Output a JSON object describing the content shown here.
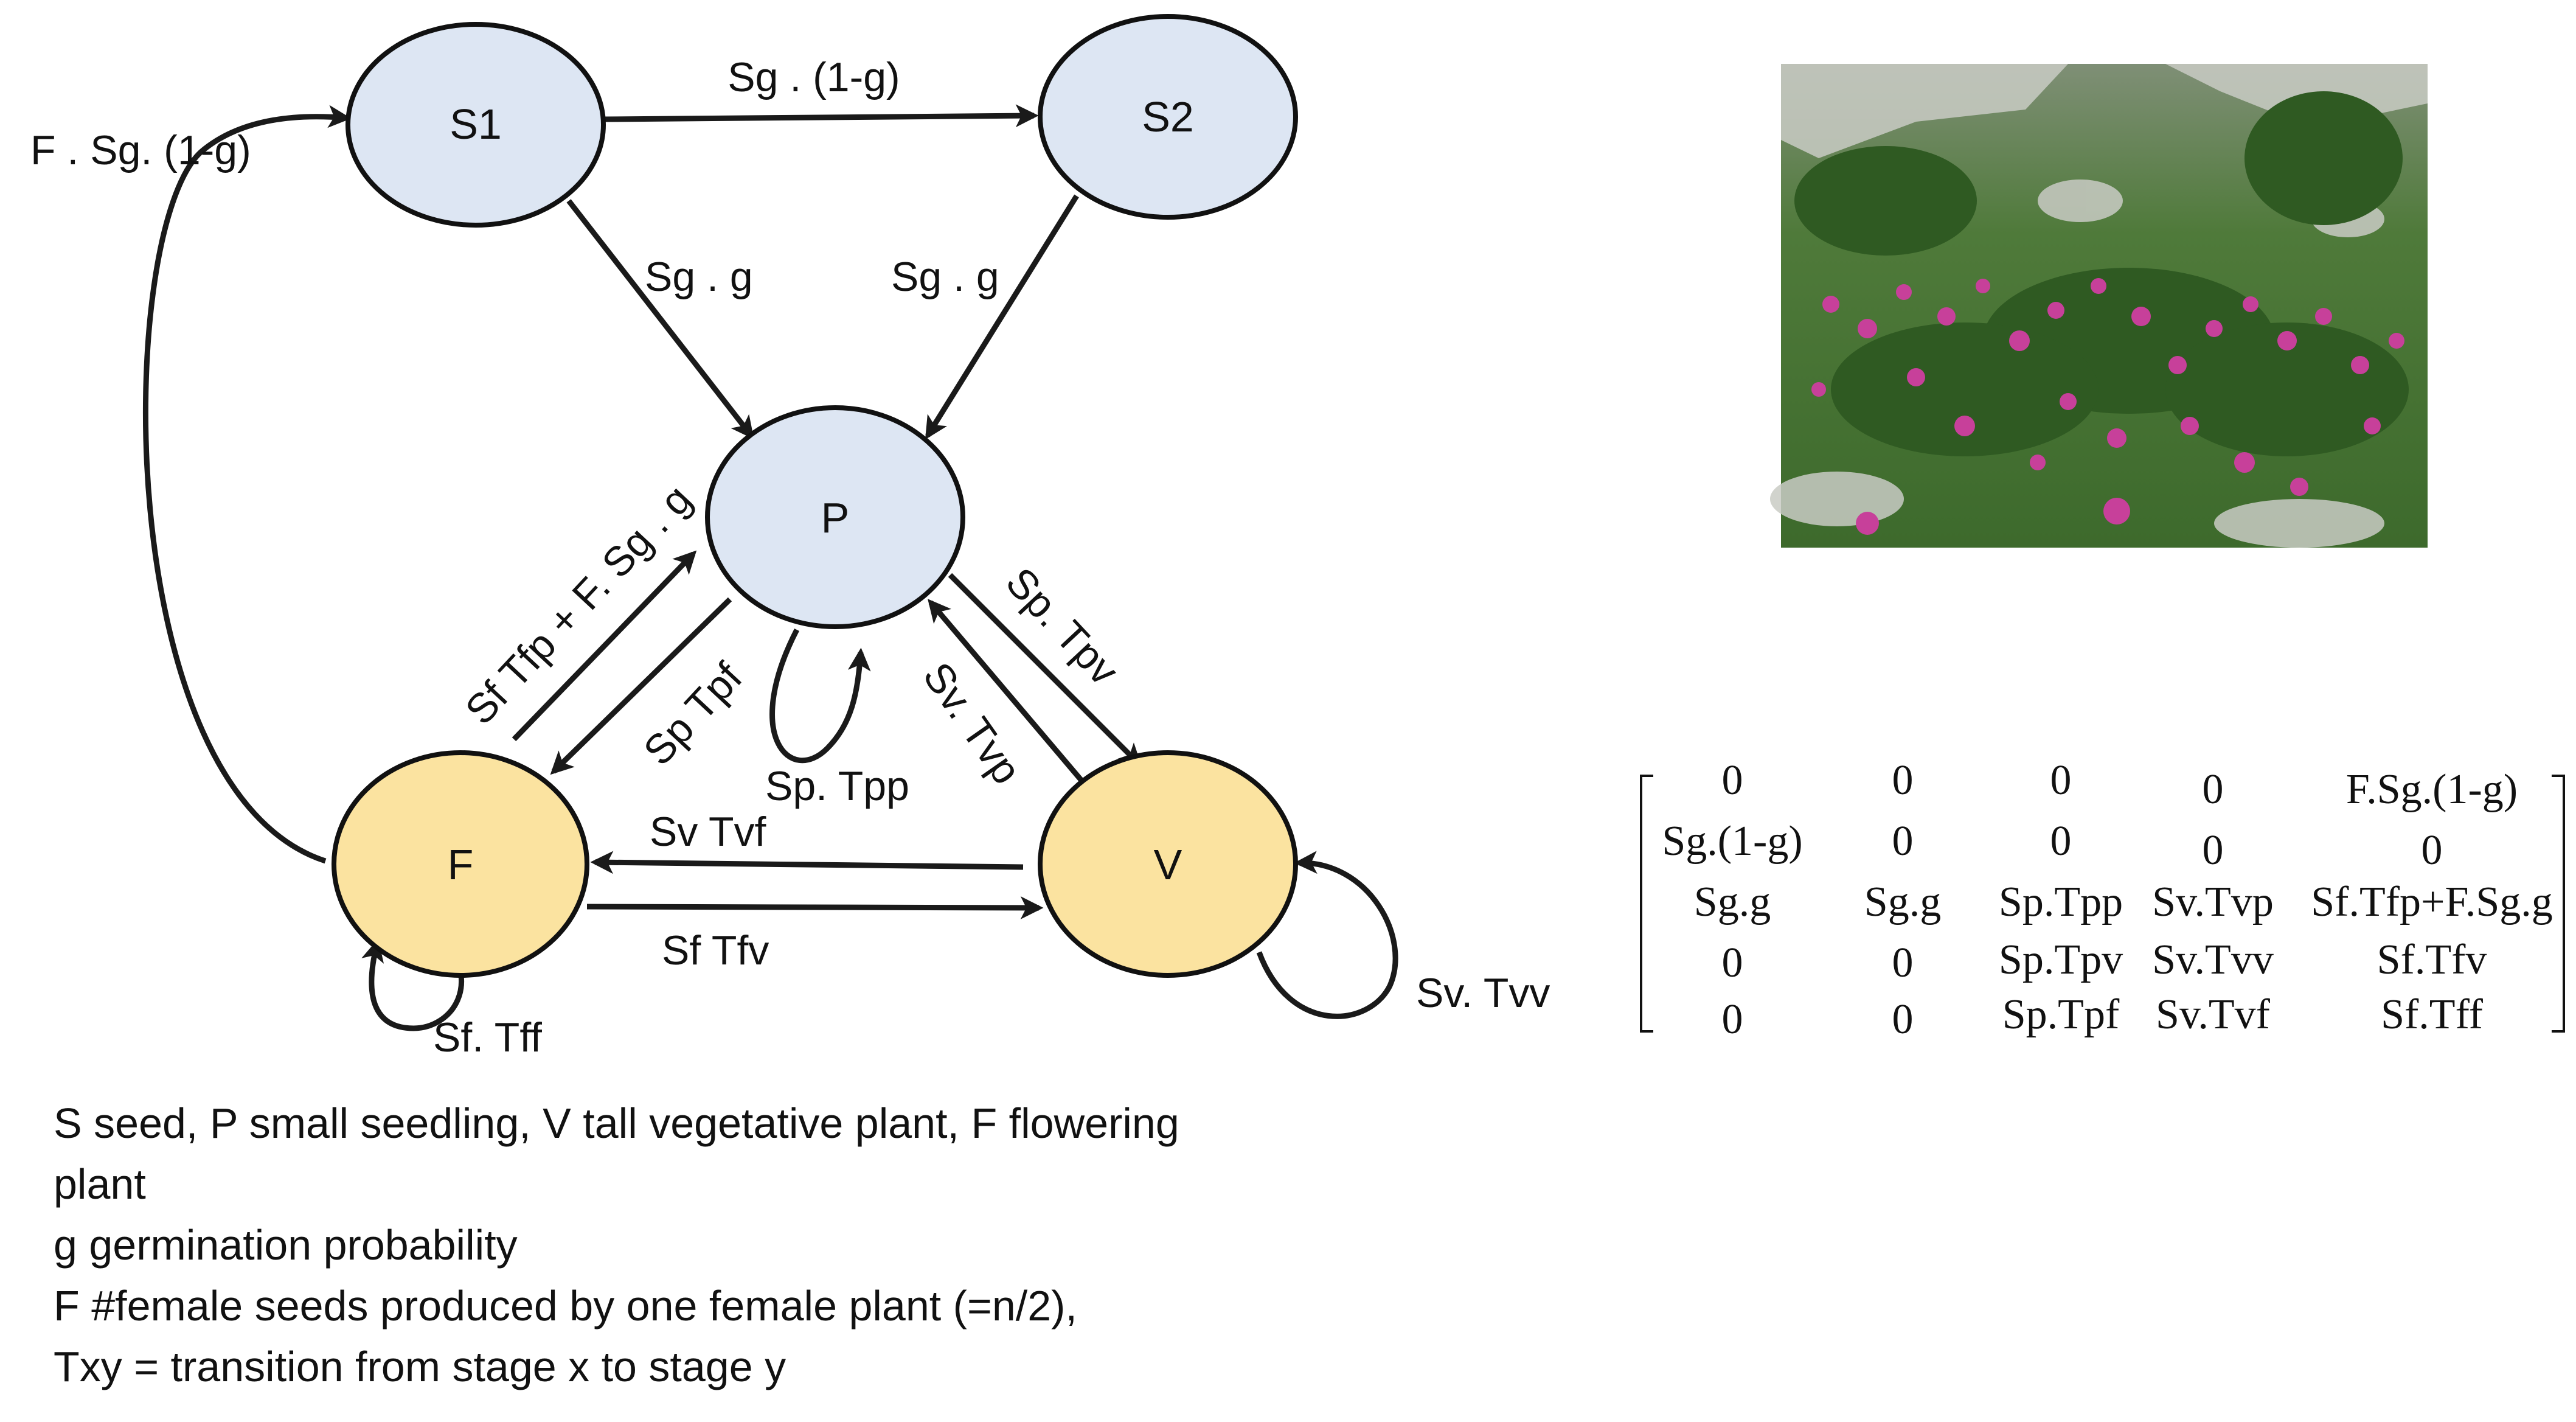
{
  "nodes": {
    "S1": {
      "label": "S1",
      "color": "#dde6f3"
    },
    "S2": {
      "label": "S2",
      "color": "#dde6f3"
    },
    "P": {
      "label": "P",
      "color": "#dde6f3"
    },
    "F": {
      "label": "F",
      "color": "#fbe3a0"
    },
    "V": {
      "label": "V",
      "color": "#fbe3a0"
    }
  },
  "edges": {
    "s1_s2": "Sg . (1-g)",
    "s1_p": "Sg . g",
    "s2_p": "Sg . g",
    "f_s1": "F . Sg. (1-g)",
    "f_p": "Sf Tfp + F. Sg . g",
    "p_f": "Sp Tpf",
    "p_p": "Sp. Tpp",
    "p_v": "Sp. Tpv",
    "v_p": "Sv. Tvp",
    "v_f": "Sv Tvf",
    "f_v": "Sf Tfv",
    "f_f": "Sf. Tff",
    "v_v": "Sv. Tvv"
  },
  "matrix": [
    [
      "0",
      "0",
      "0",
      "0",
      "F.Sg.(1-g)"
    ],
    [
      "Sg.(1-g)",
      "0",
      "0",
      "0",
      "0"
    ],
    [
      "Sg.g",
      "Sg.g",
      "Sp.Tpp",
      "Sv.Tvp",
      "Sf.Tfp+F.Sg.g"
    ],
    [
      "0",
      "0",
      "Sp.Tpv",
      "Sv.Tvv",
      "Sf.Tfv"
    ],
    [
      "0",
      "0",
      "Sp.Tpf",
      "Sv.Tvf",
      "Sf.Tff"
    ]
  ],
  "legend": [
    "S seed, P small seedling, V tall vegetative plant, F flowering",
    "plant",
    "g germination probability",
    "F #female seeds produced by one female plant (=n/2),",
    "Txy = transition from stage x to stage y"
  ],
  "photo": {
    "description_icon": "peony-meadow-photo"
  }
}
